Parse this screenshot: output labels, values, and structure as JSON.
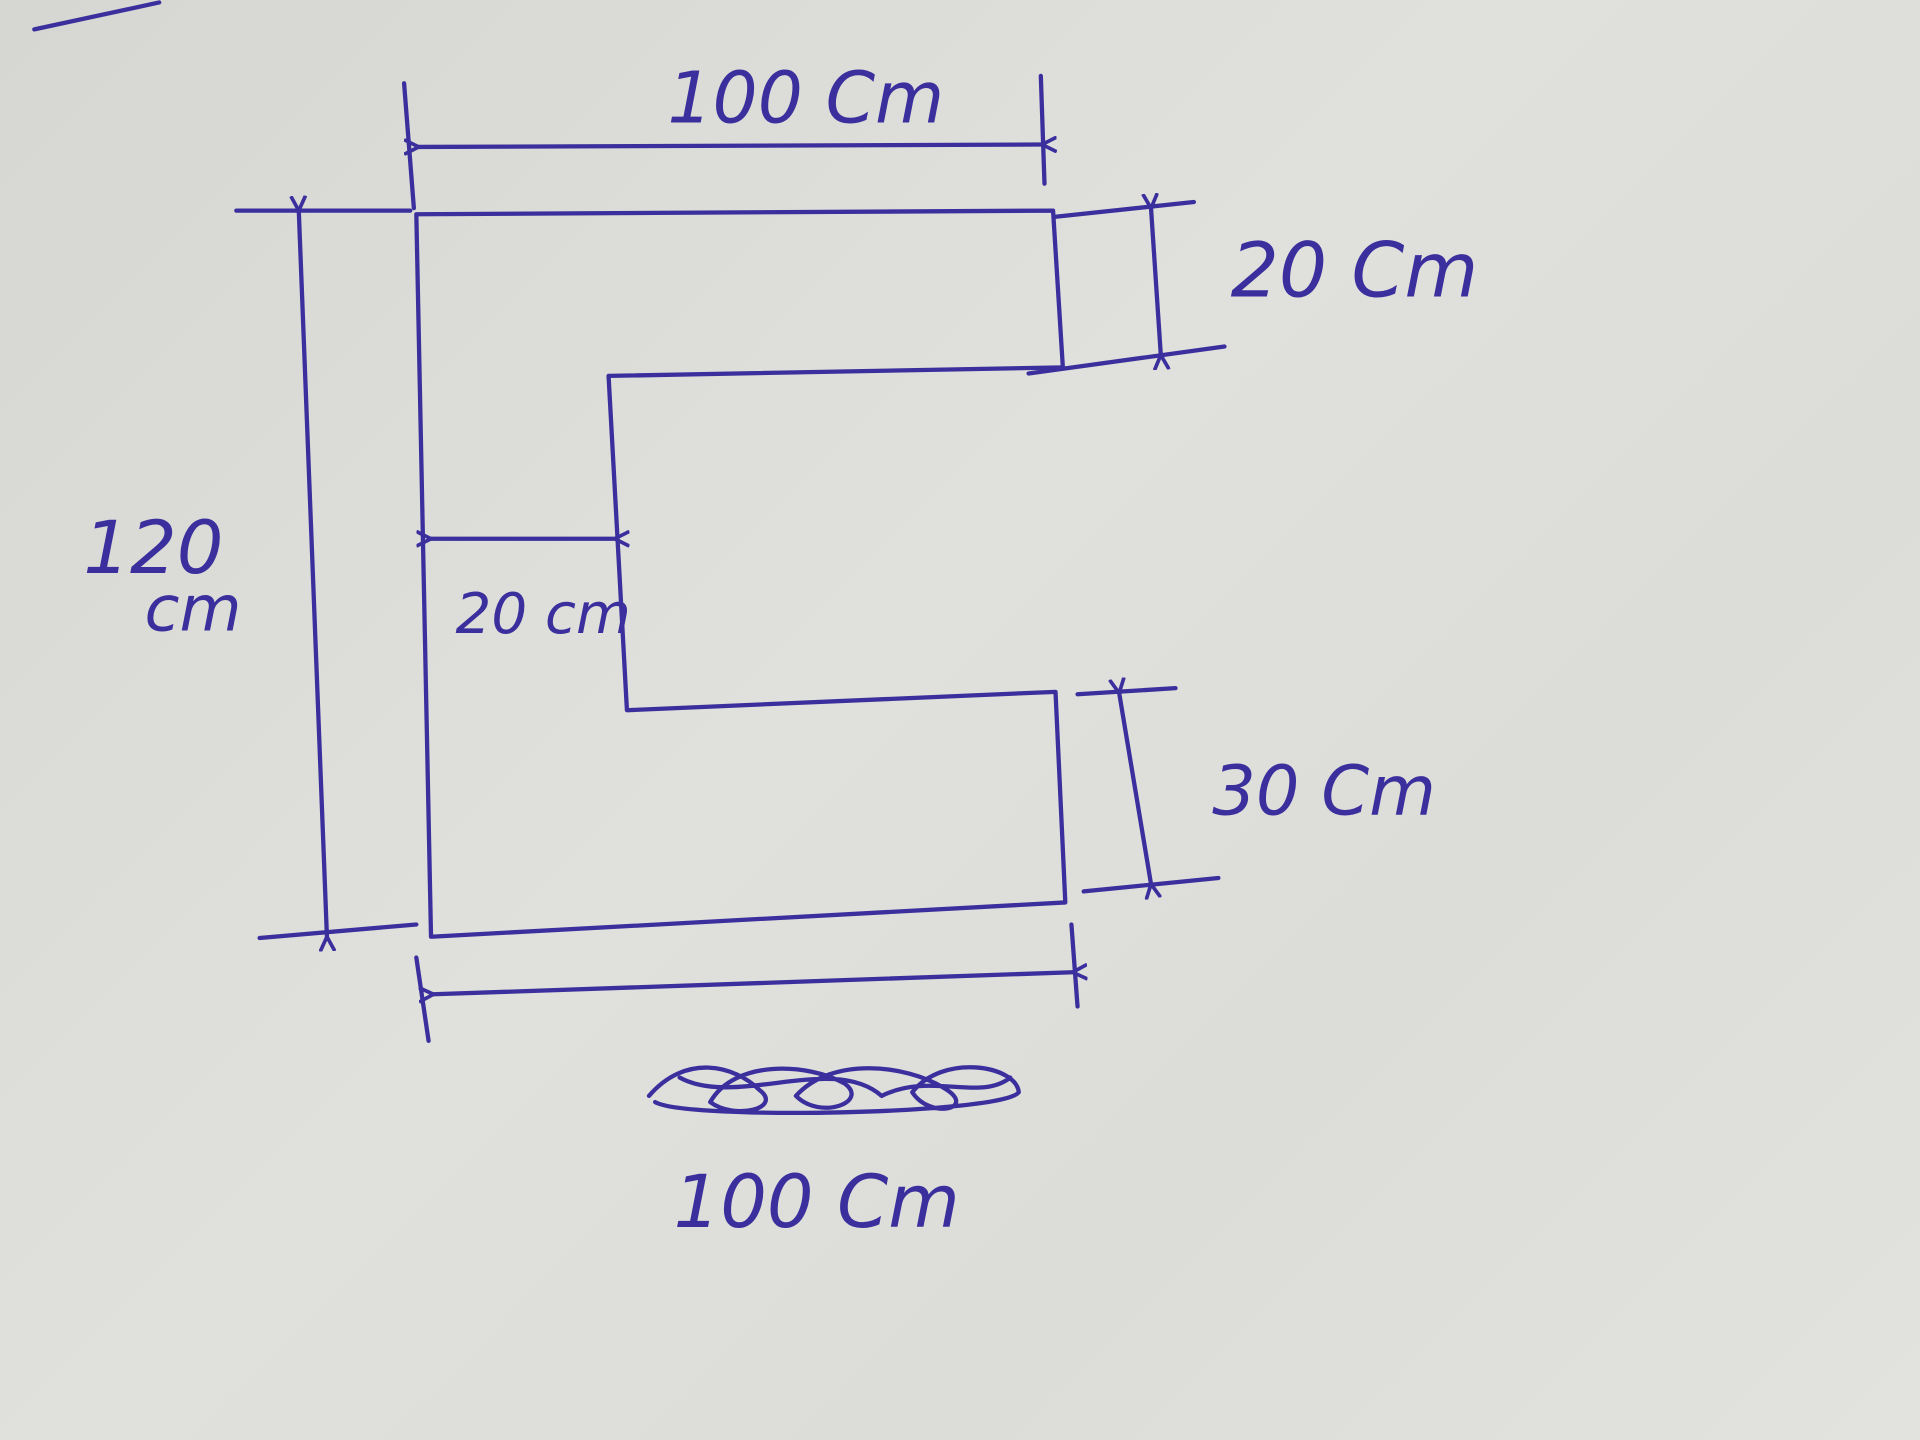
{
  "diagram": {
    "pen_color": "#3b2f9e",
    "paper_color": "#dcdcd8",
    "shape": "C-shaped outline (hand-drawn)",
    "labels": {
      "top_width": "100 Cm",
      "top_arm_height": "20 Cm",
      "total_height": "120",
      "total_height_unit": "cm",
      "spine_width": "20 cm",
      "bottom_arm_height": "30 Cm",
      "bottom_width": "100 Cm"
    }
  }
}
